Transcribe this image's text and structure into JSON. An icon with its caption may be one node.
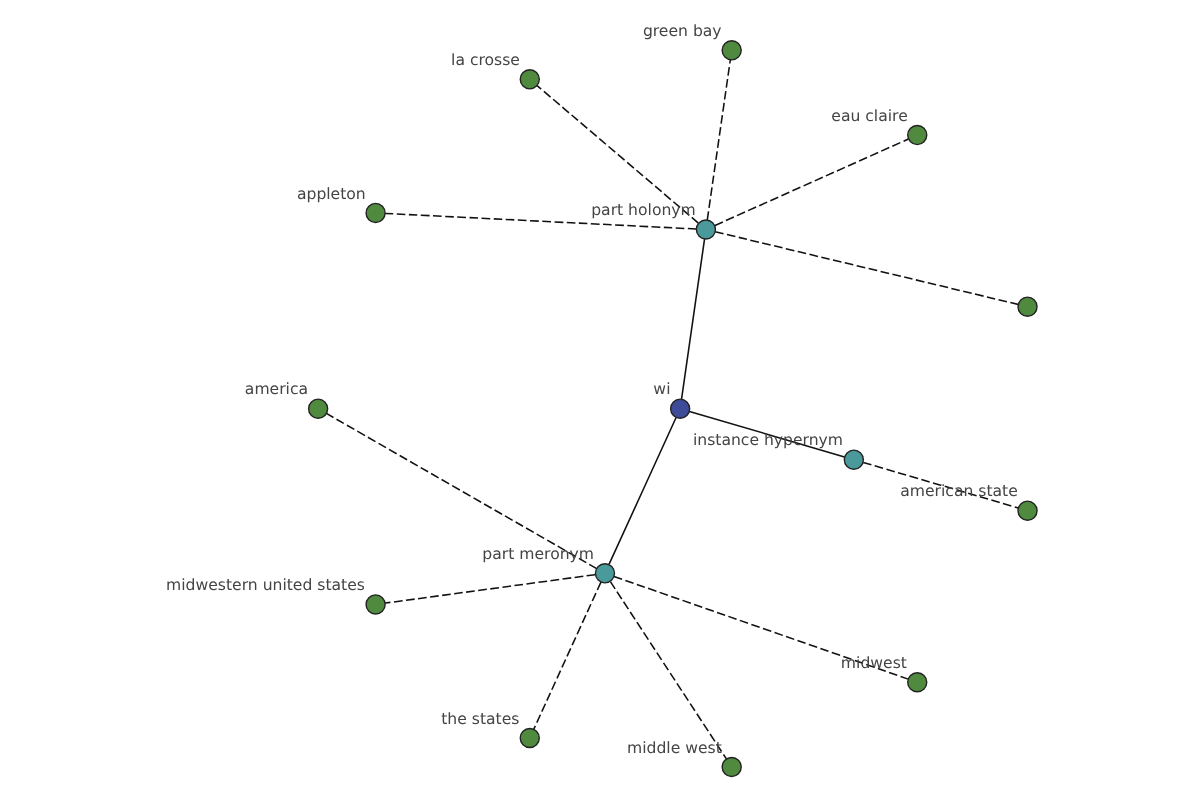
{
  "diagram": {
    "nodes": [
      {
        "text": [],
        "shape": "circle"
      },
      {
        "text": [
          "eau claire"
        ]
      },
      {
        "text": [
          "green bay"
        ]
      },
      {
        "text": [
          "la crosse"
        ]
      },
      {
        "text": [
          "america"
        ]
      },
      {
        "text": [
          "part holonym"
        ]
      },
      {
        "text": [
          "midwestern united states"
        ]
      },
      {
        "text": [
          "appleton"
        ]
      },
      {
        "text": [
          "the states"
        ]
      },
      {
        "text": [
          "part meronym"
        ]
      },
      {
        "text": [
          "middle west"
        ]
      },
      {
        "text": [
          "wi"
        ]
      },
      {
        "text": [
          "midwest"
        ]
      },
      {
        "text": [
          "instance hypernym"
        ]
      },
      {
        "text": [
          "american state"
        ]
      }
    ],
    "edges": [
      {
        "from": 11,
        "to": 5,
        "arrow": "none"
      },
      {
        "from": 11,
        "to": 9,
        "arrow": "none"
      },
      {
        "from": 11,
        "to": 13,
        "arrow": "none"
      },
      {
        "from": 5,
        "to": 0,
        "arrow": "none",
        "style": "dashed"
      },
      {
        "from": 5,
        "to": 1,
        "arrow": "none",
        "style": "dashed"
      },
      {
        "from": 5,
        "to": 2,
        "arrow": "none",
        "style": "dashed"
      },
      {
        "from": 5,
        "to": 3,
        "arrow": "none",
        "style": "dashed"
      },
      {
        "from": 5,
        "to": 7,
        "arrow": "none",
        "style": "dashed"
      },
      {
        "from": 9,
        "to": 4,
        "arrow": "none",
        "style": "dashed"
      },
      {
        "from": 9,
        "to": 6,
        "arrow": "none",
        "style": "dashed"
      },
      {
        "from": 9,
        "to": 8,
        "arrow": "none",
        "style": "dashed"
      },
      {
        "from": 9,
        "to": 10,
        "arrow": "none",
        "style": "dashed"
      },
      {
        "from": 9,
        "to": 12,
        "arrow": "none",
        "style": "dashed"
      },
      {
        "from": 13,
        "to": 14,
        "arrow": "none",
        "style": "dashed"
      }
    ]
  }
}
